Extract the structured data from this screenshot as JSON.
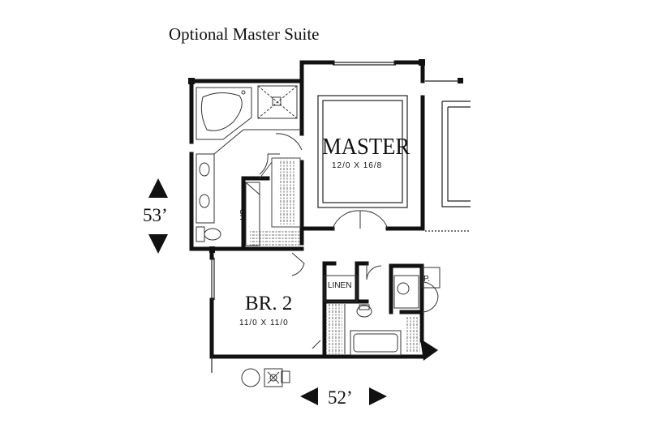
{
  "title": "Optional Master Suite",
  "rooms": {
    "master": {
      "name": "MASTER",
      "dimensions": "12/0 X 16/8"
    },
    "bedroom2": {
      "name": "BR. 2",
      "dimensions": "11/0 X 11/0"
    },
    "linen": {
      "name": "LINEN"
    },
    "pantry": {
      "name": "P."
    },
    "shower": {
      "name": "SH"
    }
  },
  "overall_dimensions": {
    "depth": "53’",
    "width": "52’"
  },
  "colors": {
    "wall": "#111111",
    "background": "#ffffff",
    "fixture": "#555555"
  }
}
